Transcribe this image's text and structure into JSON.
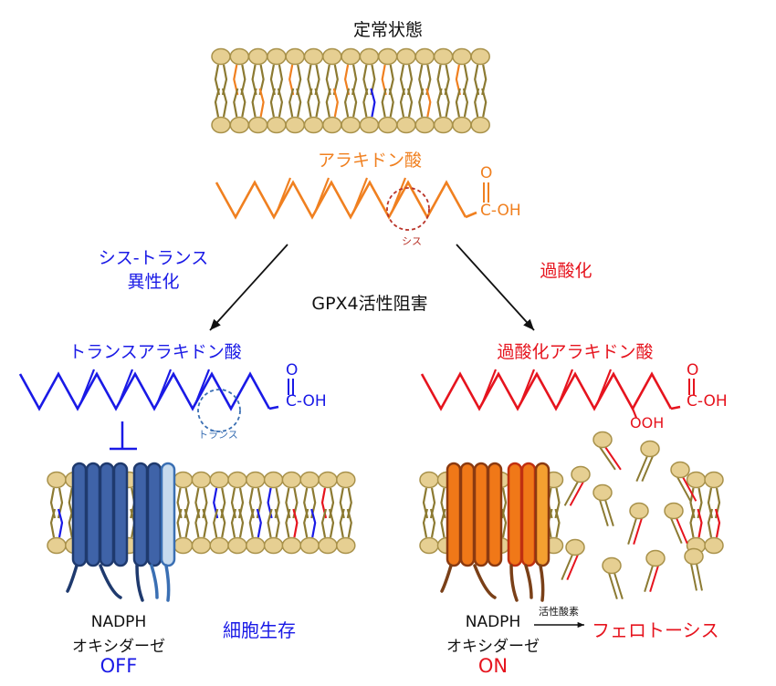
{
  "title": "定常状態",
  "arachidonic_acid": {
    "label": "アラキドン酸",
    "cis_label": "シス",
    "carbonyl_o": "O",
    "carboxyl": "C-OH"
  },
  "left_path": {
    "process_line1": "シス-トランス",
    "process_line2": "異性化",
    "product_label": "トランスアラキドン酸",
    "trans_label": "トランス",
    "carbonyl_o": "O",
    "carboxyl": "C-OH",
    "enzyme_line1": "NADPH",
    "enzyme_line2": "オキシダーゼ",
    "enzyme_state": "OFF",
    "outcome": "細胞生存"
  },
  "center": {
    "inhibitor": "GPX4活性阻害"
  },
  "right_path": {
    "process_label": "過酸化",
    "product_label": "過酸化アラキドン酸",
    "carbonyl_o": "O",
    "carboxyl": "C-OH",
    "hydroperoxide": "OOH",
    "enzyme_line1": "NADPH",
    "enzyme_line2": "オキシダーゼ",
    "enzyme_state": "ON",
    "ros_label": "活性酸素",
    "outcome": "フェロトーシス"
  },
  "colors": {
    "orange": "#f08020",
    "blue": "#1a1ae6",
    "red": "#e6141e",
    "lipid_head": "#e6cf92",
    "lipid_head_stroke": "#a8914a",
    "lipid_tail": "#8c7a32",
    "protein_blue": "#3f63a8",
    "protein_orange": "#f07818"
  },
  "icons": [
    "lipid-bilayer-icon",
    "nadph-oxidase-icon",
    "inhibition-icon",
    "reaction-arrow-icon"
  ]
}
